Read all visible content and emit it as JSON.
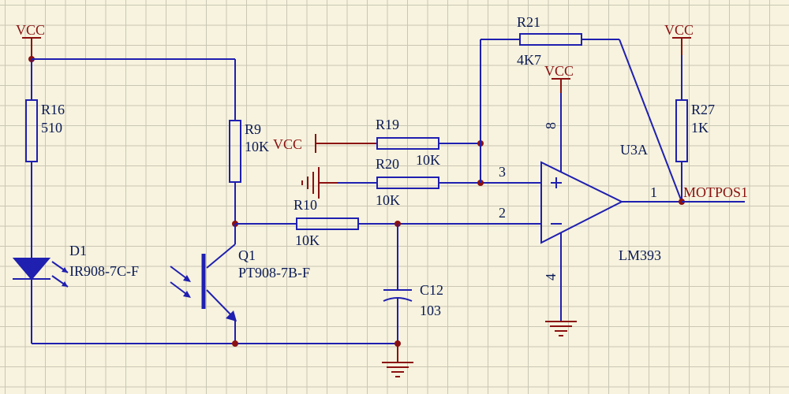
{
  "power": {
    "vcc": "VCC"
  },
  "components": {
    "r16": {
      "ref": "R16",
      "value": "510"
    },
    "r9": {
      "ref": "R9",
      "value": "10K"
    },
    "r19": {
      "ref": "R19",
      "value": "10K"
    },
    "r20": {
      "ref": "R20",
      "value": "10K"
    },
    "r10": {
      "ref": "R10",
      "value": "10K"
    },
    "r21": {
      "ref": "R21",
      "value": "4K7"
    },
    "r27": {
      "ref": "R27",
      "value": "1K"
    },
    "c12": {
      "ref": "C12",
      "value": "103"
    },
    "d1": {
      "ref": "D1",
      "value": "IR908-7C-F"
    },
    "q1": {
      "ref": "Q1",
      "value": "PT908-7B-F"
    },
    "u3a": {
      "ref": "U3A",
      "value": "LM393"
    }
  },
  "pins": {
    "p1": "1",
    "p2": "2",
    "p3": "3",
    "p4": "4",
    "p8": "8"
  },
  "nets": {
    "out": "MOTPOS1"
  },
  "colors": {
    "wire": "#1f1fb0",
    "net": "#8b1010",
    "text": "#0b1a55",
    "background": "#f7f3de"
  }
}
